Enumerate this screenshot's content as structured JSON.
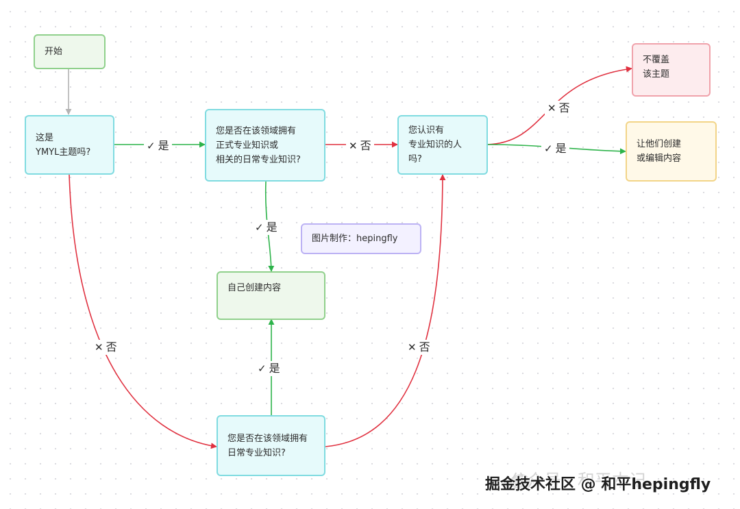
{
  "nodes": {
    "start": "开始",
    "ymyl_question": "这是\nYMYL主题吗?",
    "expertise_question": "您是否在该领域拥有\n正式专业知识或\n相关的日常专业知识?",
    "know_expert_question": "您认识有\n专业知识的人\n吗?",
    "no_cover": "不覆盖\n该主题",
    "let_them_create": "让他们创建\n或编辑内容",
    "self_create": "自己创建内容",
    "daily_expertise_question": "您是否在该领域拥有\n日常专业知识?",
    "credit_note": "图片制作：hepingfly"
  },
  "edge_labels": {
    "yes": "是",
    "no": "否"
  },
  "icons": {
    "yes": "check-icon",
    "no": "cross-icon"
  },
  "colors": {
    "yes_edge": "#2db34a",
    "no_edge": "#e0303f",
    "neutral_edge": "#b3b3b3"
  },
  "watermark": {
    "ghost_text": "公众号 · 和平本记",
    "text": "掘金技术社区 @ 和平hepingfly"
  }
}
